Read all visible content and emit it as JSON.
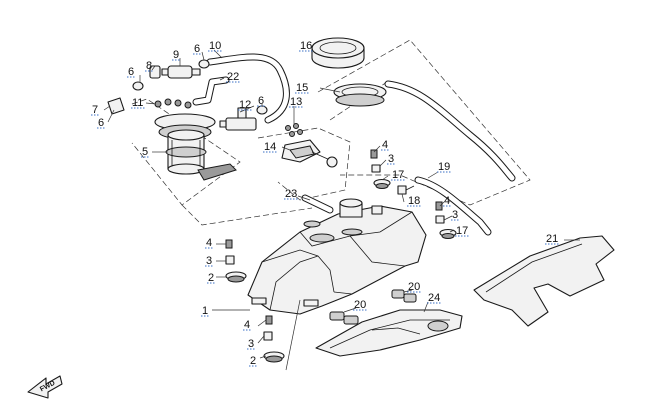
{
  "callouts": [
    {
      "id": "c1",
      "label": "1"
    },
    {
      "id": "c2a",
      "label": "2"
    },
    {
      "id": "c2b",
      "label": "2"
    },
    {
      "id": "c3a",
      "label": "3"
    },
    {
      "id": "c3b",
      "label": "3"
    },
    {
      "id": "c3c",
      "label": "3"
    },
    {
      "id": "c3d",
      "label": "3"
    },
    {
      "id": "c4a",
      "label": "4"
    },
    {
      "id": "c4b",
      "label": "4"
    },
    {
      "id": "c4c",
      "label": "4"
    },
    {
      "id": "c4d",
      "label": "4"
    },
    {
      "id": "c5",
      "label": "5"
    },
    {
      "id": "c6a",
      "label": "6"
    },
    {
      "id": "c6b",
      "label": "6"
    },
    {
      "id": "c6c",
      "label": "6"
    },
    {
      "id": "c6d",
      "label": "6"
    },
    {
      "id": "c7",
      "label": "7"
    },
    {
      "id": "c8",
      "label": "8"
    },
    {
      "id": "c9",
      "label": "9"
    },
    {
      "id": "c10",
      "label": "10"
    },
    {
      "id": "c11",
      "label": "11"
    },
    {
      "id": "c12",
      "label": "12"
    },
    {
      "id": "c13",
      "label": "13"
    },
    {
      "id": "c14",
      "label": "14"
    },
    {
      "id": "c15",
      "label": "15"
    },
    {
      "id": "c16",
      "label": "16"
    },
    {
      "id": "c17a",
      "label": "17"
    },
    {
      "id": "c17b",
      "label": "17"
    },
    {
      "id": "c18",
      "label": "18"
    },
    {
      "id": "c19",
      "label": "19"
    },
    {
      "id": "c20a",
      "label": "20"
    },
    {
      "id": "c20b",
      "label": "20"
    },
    {
      "id": "c21",
      "label": "21"
    },
    {
      "id": "c22",
      "label": "22"
    },
    {
      "id": "c23",
      "label": "23"
    },
    {
      "id": "c24",
      "label": "24"
    }
  ],
  "front_arrow": {
    "text": "FWD",
    "icon": "front-direction-arrow-icon"
  }
}
